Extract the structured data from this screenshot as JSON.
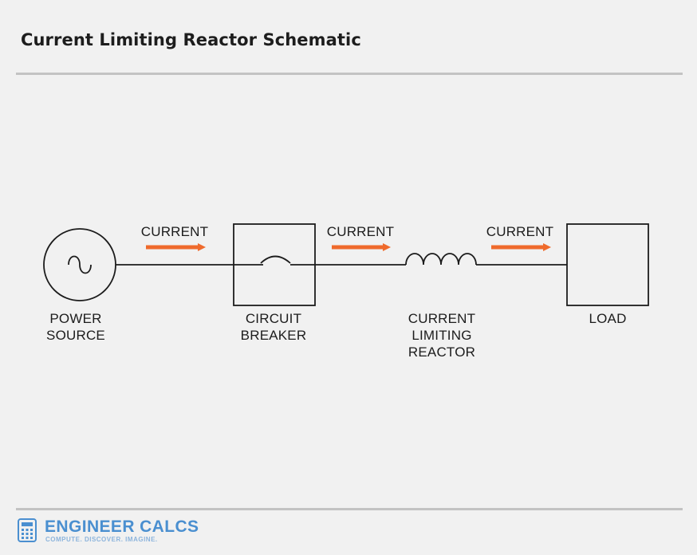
{
  "title": "Current Limiting Reactor Schematic",
  "components": {
    "power_source": [
      "POWER",
      "SOURCE"
    ],
    "circuit_breaker": [
      "CIRCUIT",
      "BREAKER"
    ],
    "reactor": [
      "CURRENT",
      "LIMITING",
      "REACTOR"
    ],
    "load": [
      "LOAD"
    ]
  },
  "flow_labels": [
    "CURRENT",
    "CURRENT",
    "CURRENT"
  ],
  "colors": {
    "arrow": "#ef6a2c",
    "line": "#1c1c1c",
    "background": "#f1f1f1",
    "brand": "#4a8fd0"
  },
  "footer": {
    "brand_name": "ENGINEER CALCS",
    "tagline": "COMPUTE. DISCOVER. IMAGINE."
  }
}
